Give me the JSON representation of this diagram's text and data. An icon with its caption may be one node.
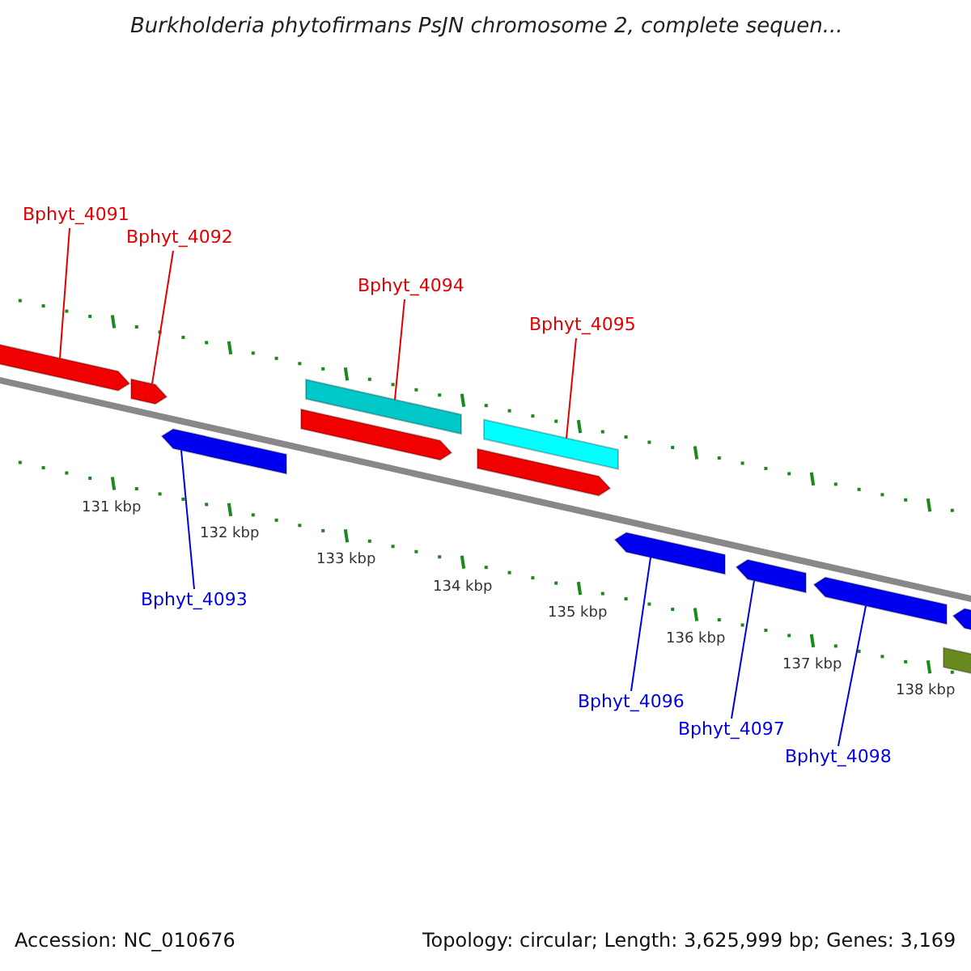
{
  "diagram": {
    "title": "Burkholderia phytofirmans PsJN chromosome 2, complete sequen...",
    "nodes": [
      {
        "text": [
          "Bphyt_4091"
        ]
      },
      {
        "text": [
          "Bphyt_4092"
        ]
      },
      {
        "text": [
          "Bphyt_4094"
        ]
      },
      {
        "text": [
          "Bphyt_4095"
        ]
      },
      {
        "text": [
          "Bphyt_4093"
        ]
      },
      {
        "text": [
          "Bphyt_4096"
        ]
      },
      {
        "text": [
          "Bphyt_4097"
        ]
      },
      {
        "text": [
          "Bphyt_4098"
        ]
      },
      {
        "text": [],
        "shape": "bar"
      },
      {
        "text": [],
        "shape": "bar"
      },
      {
        "text": [],
        "shape": "bar"
      },
      {
        "text": [],
        "shape": "bar"
      },
      {
        "text": [],
        "shape": "bar"
      },
      {
        "text": [],
        "shape": "bar"
      },
      {
        "text": [],
        "shape": "bar"
      },
      {
        "text": [],
        "shape": "bar"
      },
      {
        "text": [],
        "shape": "bar"
      },
      {
        "text": [],
        "shape": "bar"
      },
      {
        "text": [],
        "shape": "bar"
      },
      {
        "text": [],
        "shape": "bar"
      }
    ],
    "edges": [
      {
        "from": 0,
        "to": 8,
        "arrow": "none",
        "color": "#e00000"
      },
      {
        "from": 1,
        "to": 9,
        "arrow": "none",
        "color": "#e00000"
      },
      {
        "from": 2,
        "to": 10,
        "arrow": "none",
        "color": "#e00000"
      },
      {
        "from": 3,
        "to": 12,
        "arrow": "none",
        "color": "#e00000"
      },
      {
        "from": 4,
        "to": 14,
        "arrow": "none",
        "color": "#0000e0"
      },
      {
        "from": 5,
        "to": 15,
        "arrow": "none",
        "color": "#0000e0"
      },
      {
        "from": 6,
        "to": 16,
        "arrow": "none",
        "color": "#0000e0"
      },
      {
        "from": 7,
        "to": 17,
        "arrow": "none",
        "color": "#0000e0"
      }
    ],
    "labels": [
      "131 kbp",
      "132 kbp",
      "133 kbp",
      "134 kbp",
      "135 kbp",
      "136 kbp",
      "137 kbp",
      "138 kbp",
      "Accession: NC_010676",
      "Topology: circular; Length: 3,625,999 bp; Genes: 3,169"
    ]
  }
}
